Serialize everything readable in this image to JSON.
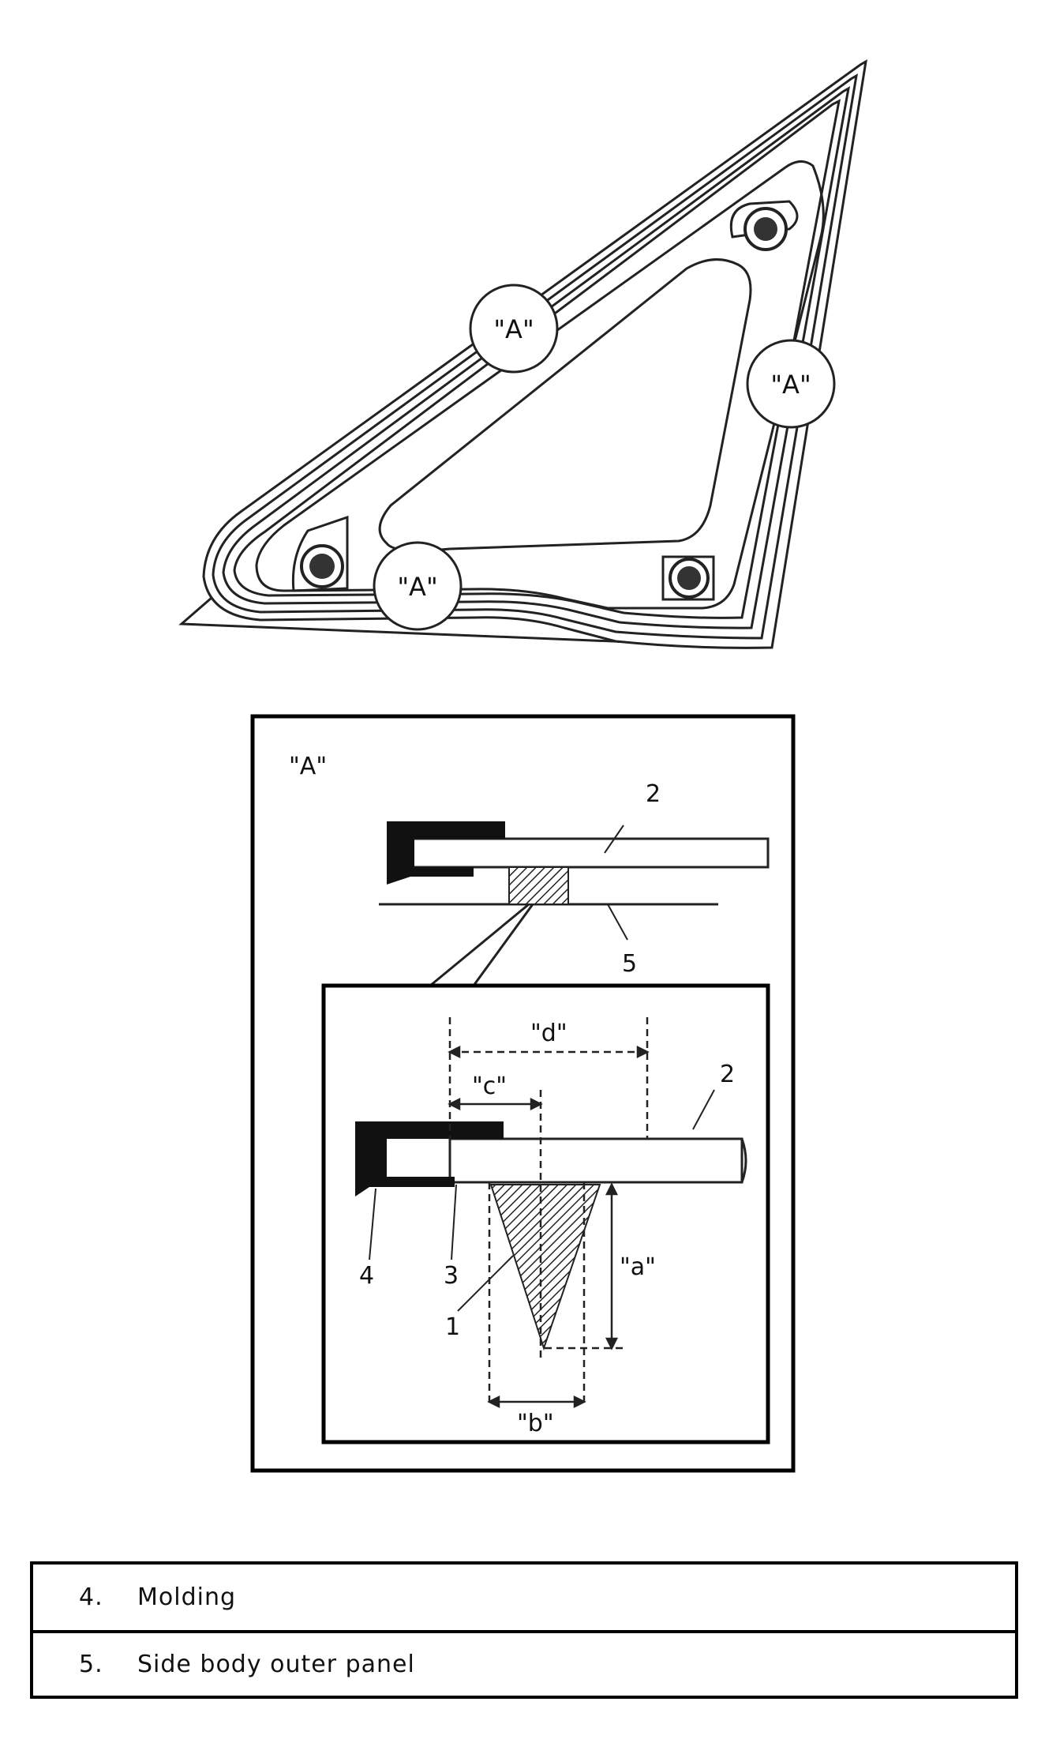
{
  "top_view": {
    "callout_labels": [
      "\"A\"",
      "\"A\"",
      "\"A\""
    ]
  },
  "detail": {
    "title": "\"A\"",
    "upper_labels": {
      "glass": "2",
      "panel": "5"
    },
    "lower_labels": {
      "glass": "2",
      "dim_d": "\"d\"",
      "dim_c": "\"c\"",
      "dim_a": "\"a\"",
      "dim_b": "\"b\"",
      "molding": "4",
      "item3": "3",
      "item1": "1"
    }
  },
  "legend": [
    {
      "num": "4.",
      "text": "Molding"
    },
    {
      "num": "5.",
      "text": "Side body outer panel"
    }
  ]
}
